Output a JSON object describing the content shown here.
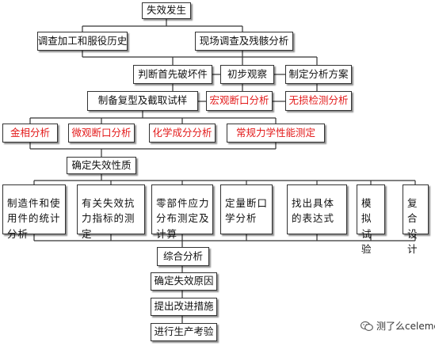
{
  "diagram": {
    "top": "失效发生",
    "history": "调查加工和服役历史",
    "site": "现场调查及残骸分析",
    "first_broken": "判断首先破坏件",
    "observe": "初步观察",
    "plan": "制定分析方案",
    "prepare": "制备复型及截取试样",
    "macro": "宏观断口分析",
    "ndt": "无损检测分析",
    "metallo": "金相分析",
    "micro": "微观断口分析",
    "chem": "化学成分分析",
    "mech": "常规力学性能测定",
    "nature": "确定失效性质",
    "b1": "制造件和使用件的统计分析",
    "b2": "有关失效抗力指标的测定",
    "b3": "零部件应力分布测定及计算",
    "b4": "定量断口学分析",
    "b5": "找出具体的表达式",
    "b6": "模拟试验",
    "b7": "复合设计",
    "synth": "综合分析",
    "cause": "确定失效原因",
    "measures": "提出改进措施",
    "production": "进行生产考验"
  },
  "watermark": {
    "text": "测了么celeme",
    "icon": "wechat-icon"
  },
  "colors": {
    "line": "#333333",
    "red_text": "#e31a1a",
    "text": "#111111"
  }
}
